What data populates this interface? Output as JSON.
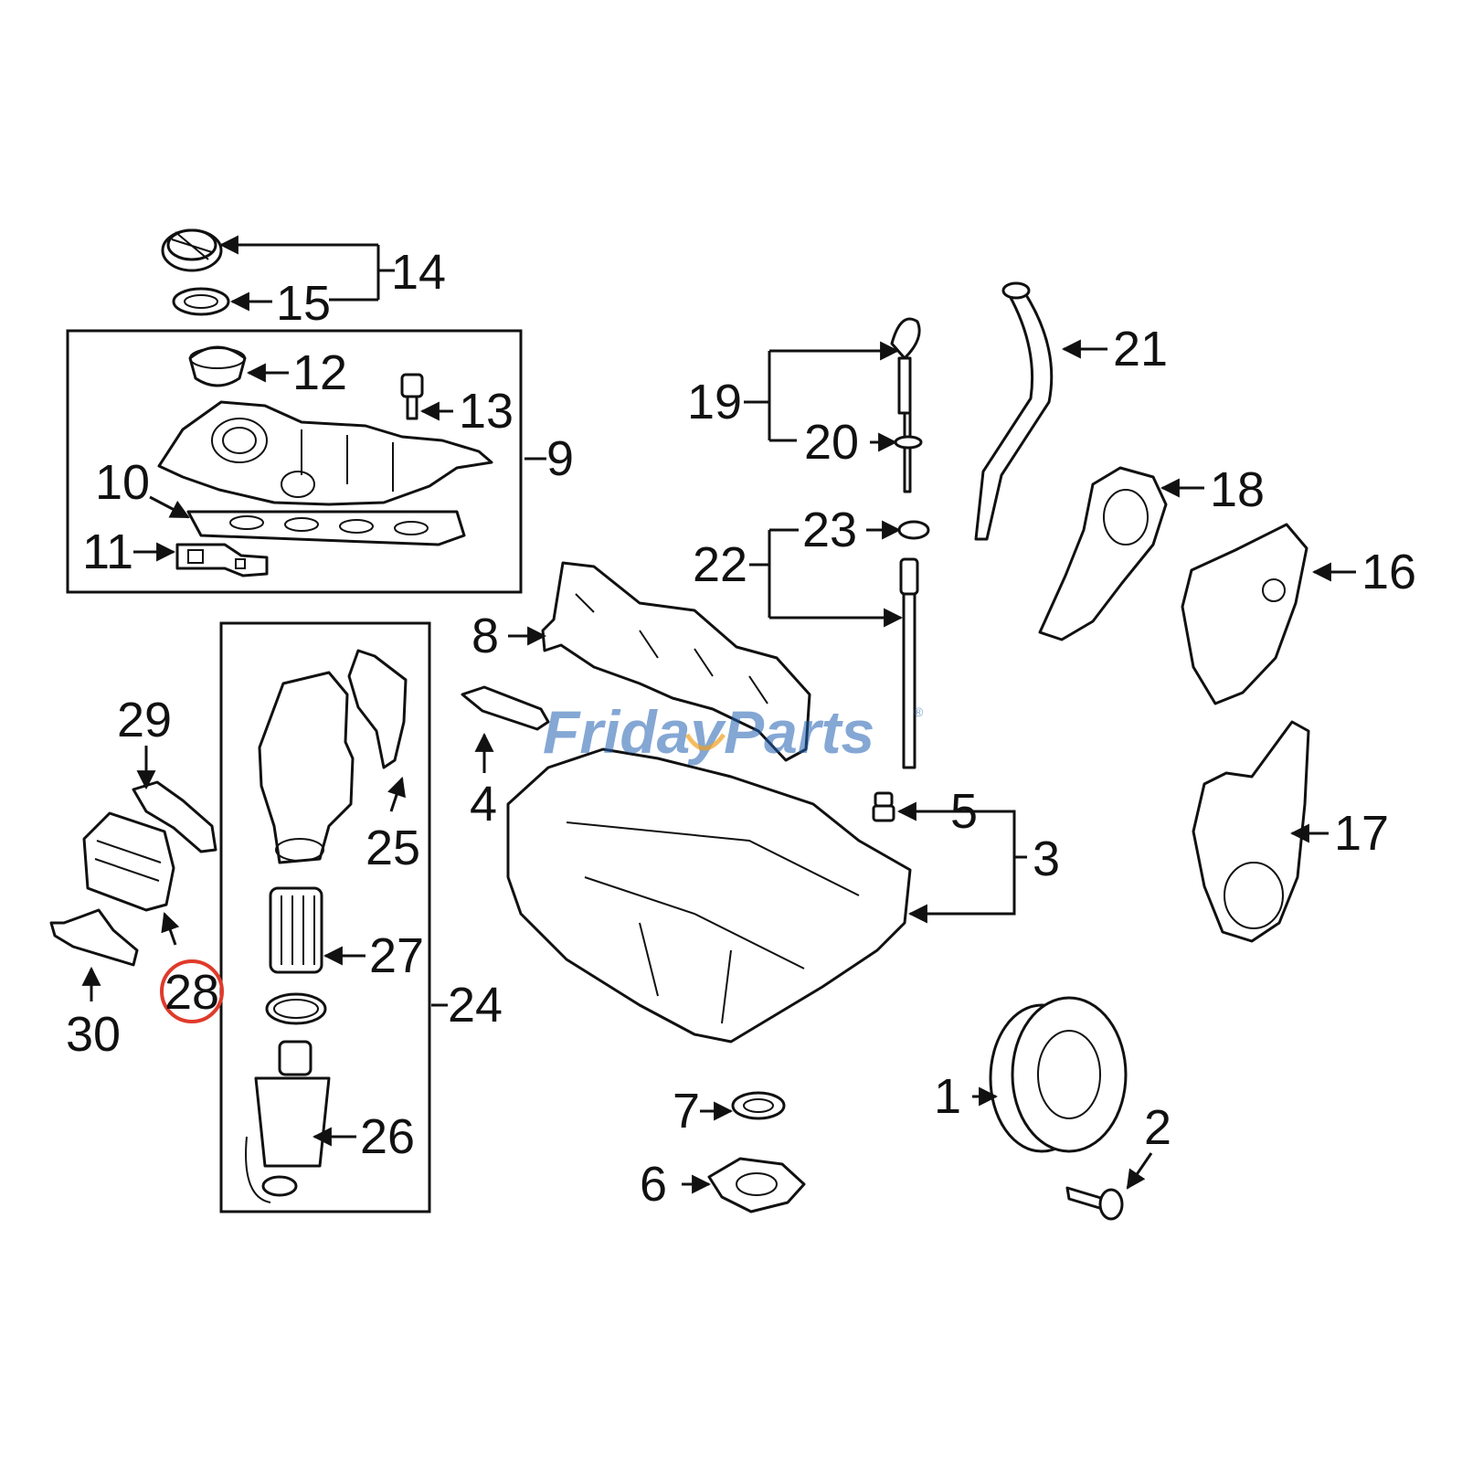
{
  "callouts": [
    "1",
    "2",
    "3",
    "4",
    "5",
    "6",
    "7",
    "8",
    "9",
    "10",
    "11",
    "12",
    "13",
    "14",
    "15",
    "16",
    "17",
    "18",
    "19",
    "20",
    "21",
    "22",
    "23",
    "24",
    "25",
    "26",
    "27",
    "28",
    "29",
    "30"
  ],
  "highlighted_callout": "28",
  "highlight_color": "#e03a2a",
  "line_color": "#111111",
  "watermark": {
    "text": "FridayParts",
    "registered": "®",
    "color": "#1f5fb0",
    "accent_color": "#f0a020"
  }
}
